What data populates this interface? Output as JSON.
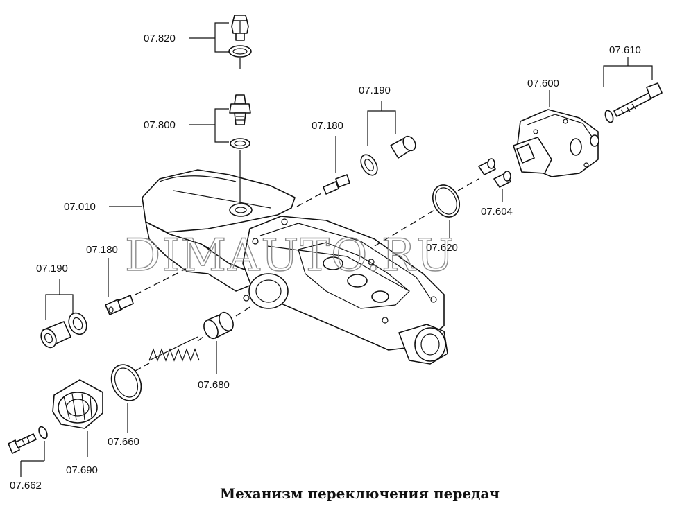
{
  "caption": "Механизм переключения передач",
  "watermark": "DIMAUTO.RU",
  "labels": {
    "p07820": "07.820",
    "p07800": "07.800",
    "p07010": "07.010",
    "p07180a": "07.180",
    "p07190a": "07.190",
    "p07180b": "07.180",
    "p07190b": "07.190",
    "p07600": "07.600",
    "p07610": "07.610",
    "p07604": "07.604",
    "p07620": "07.620",
    "p07680": "07.680",
    "p07660": "07.660",
    "p07690": "07.690",
    "p07662": "07.662"
  }
}
